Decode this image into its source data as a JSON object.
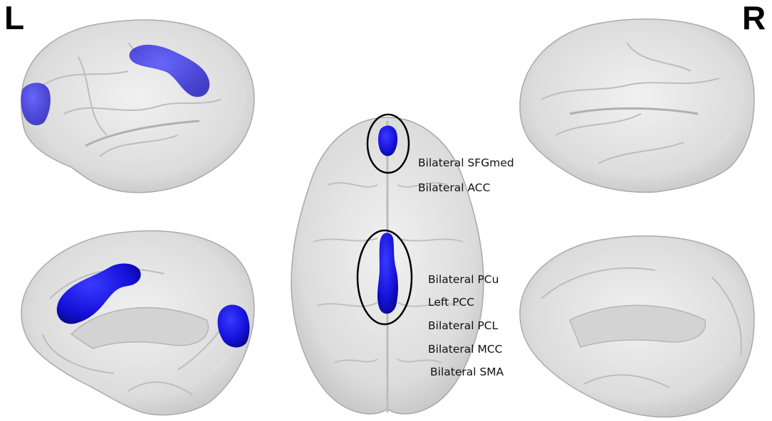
{
  "hemisphere_labels": {
    "left": "L",
    "right": "R"
  },
  "region_labels": {
    "frontal": [
      "Bilateral SFGmed",
      "Bilateral ACC"
    ],
    "posterior": [
      "Bilateral PCu",
      "Left PCC",
      "Bilateral PCL",
      "Bilateral MCC",
      "Bilateral SMA"
    ]
  },
  "colors": {
    "activation": "#1a14e0",
    "brain_fill": "#e2e2e2",
    "brain_stroke": "#9a9a9a",
    "annotation": "#000000"
  }
}
